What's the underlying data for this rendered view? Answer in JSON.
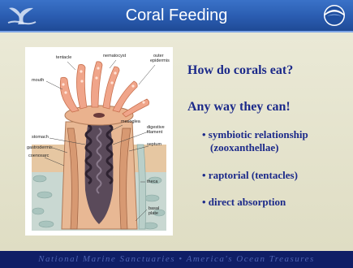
{
  "slide": {
    "title": "Coral Feeding",
    "heading": "How do corals eat?",
    "subheading": "Any way they can!",
    "bullets": [
      "• symbiotic relationship",
      "(zooxanthellae)",
      "• raptorial (tentacles)",
      "• direct absorption"
    ],
    "footer": "National Marine Sanctuaries • America's Ocean Treasures"
  },
  "diagram": {
    "labels": {
      "tentacle": "tentacle",
      "nematocyst": "nematocyst",
      "outer_epidermis_1": "outer",
      "outer_epidermis_2": "epidermis",
      "mouth": "mouth",
      "mesoglea": "mesoglea",
      "digestive_filament_1": "digestive",
      "digestive_filament_2": "filament",
      "stomach": "stomach",
      "septum": "septum",
      "gastrodermis": "gastrodermis",
      "coenosarc": "coenosarc",
      "theca": "theca",
      "basal_plate_1": "basal",
      "basal_plate_2": "plate"
    }
  },
  "colors": {
    "title_bar": "#2a5cb0",
    "title_text": "#ffffff",
    "body_text": "#1c2a8a",
    "footer_bg": "#0f1e66",
    "footer_text": "#4e63b2",
    "background": "#e5e3cd"
  },
  "icons": {
    "left_logo": "noaa-whale-tail-logo",
    "right_logo": "noaa-globe-logo"
  }
}
